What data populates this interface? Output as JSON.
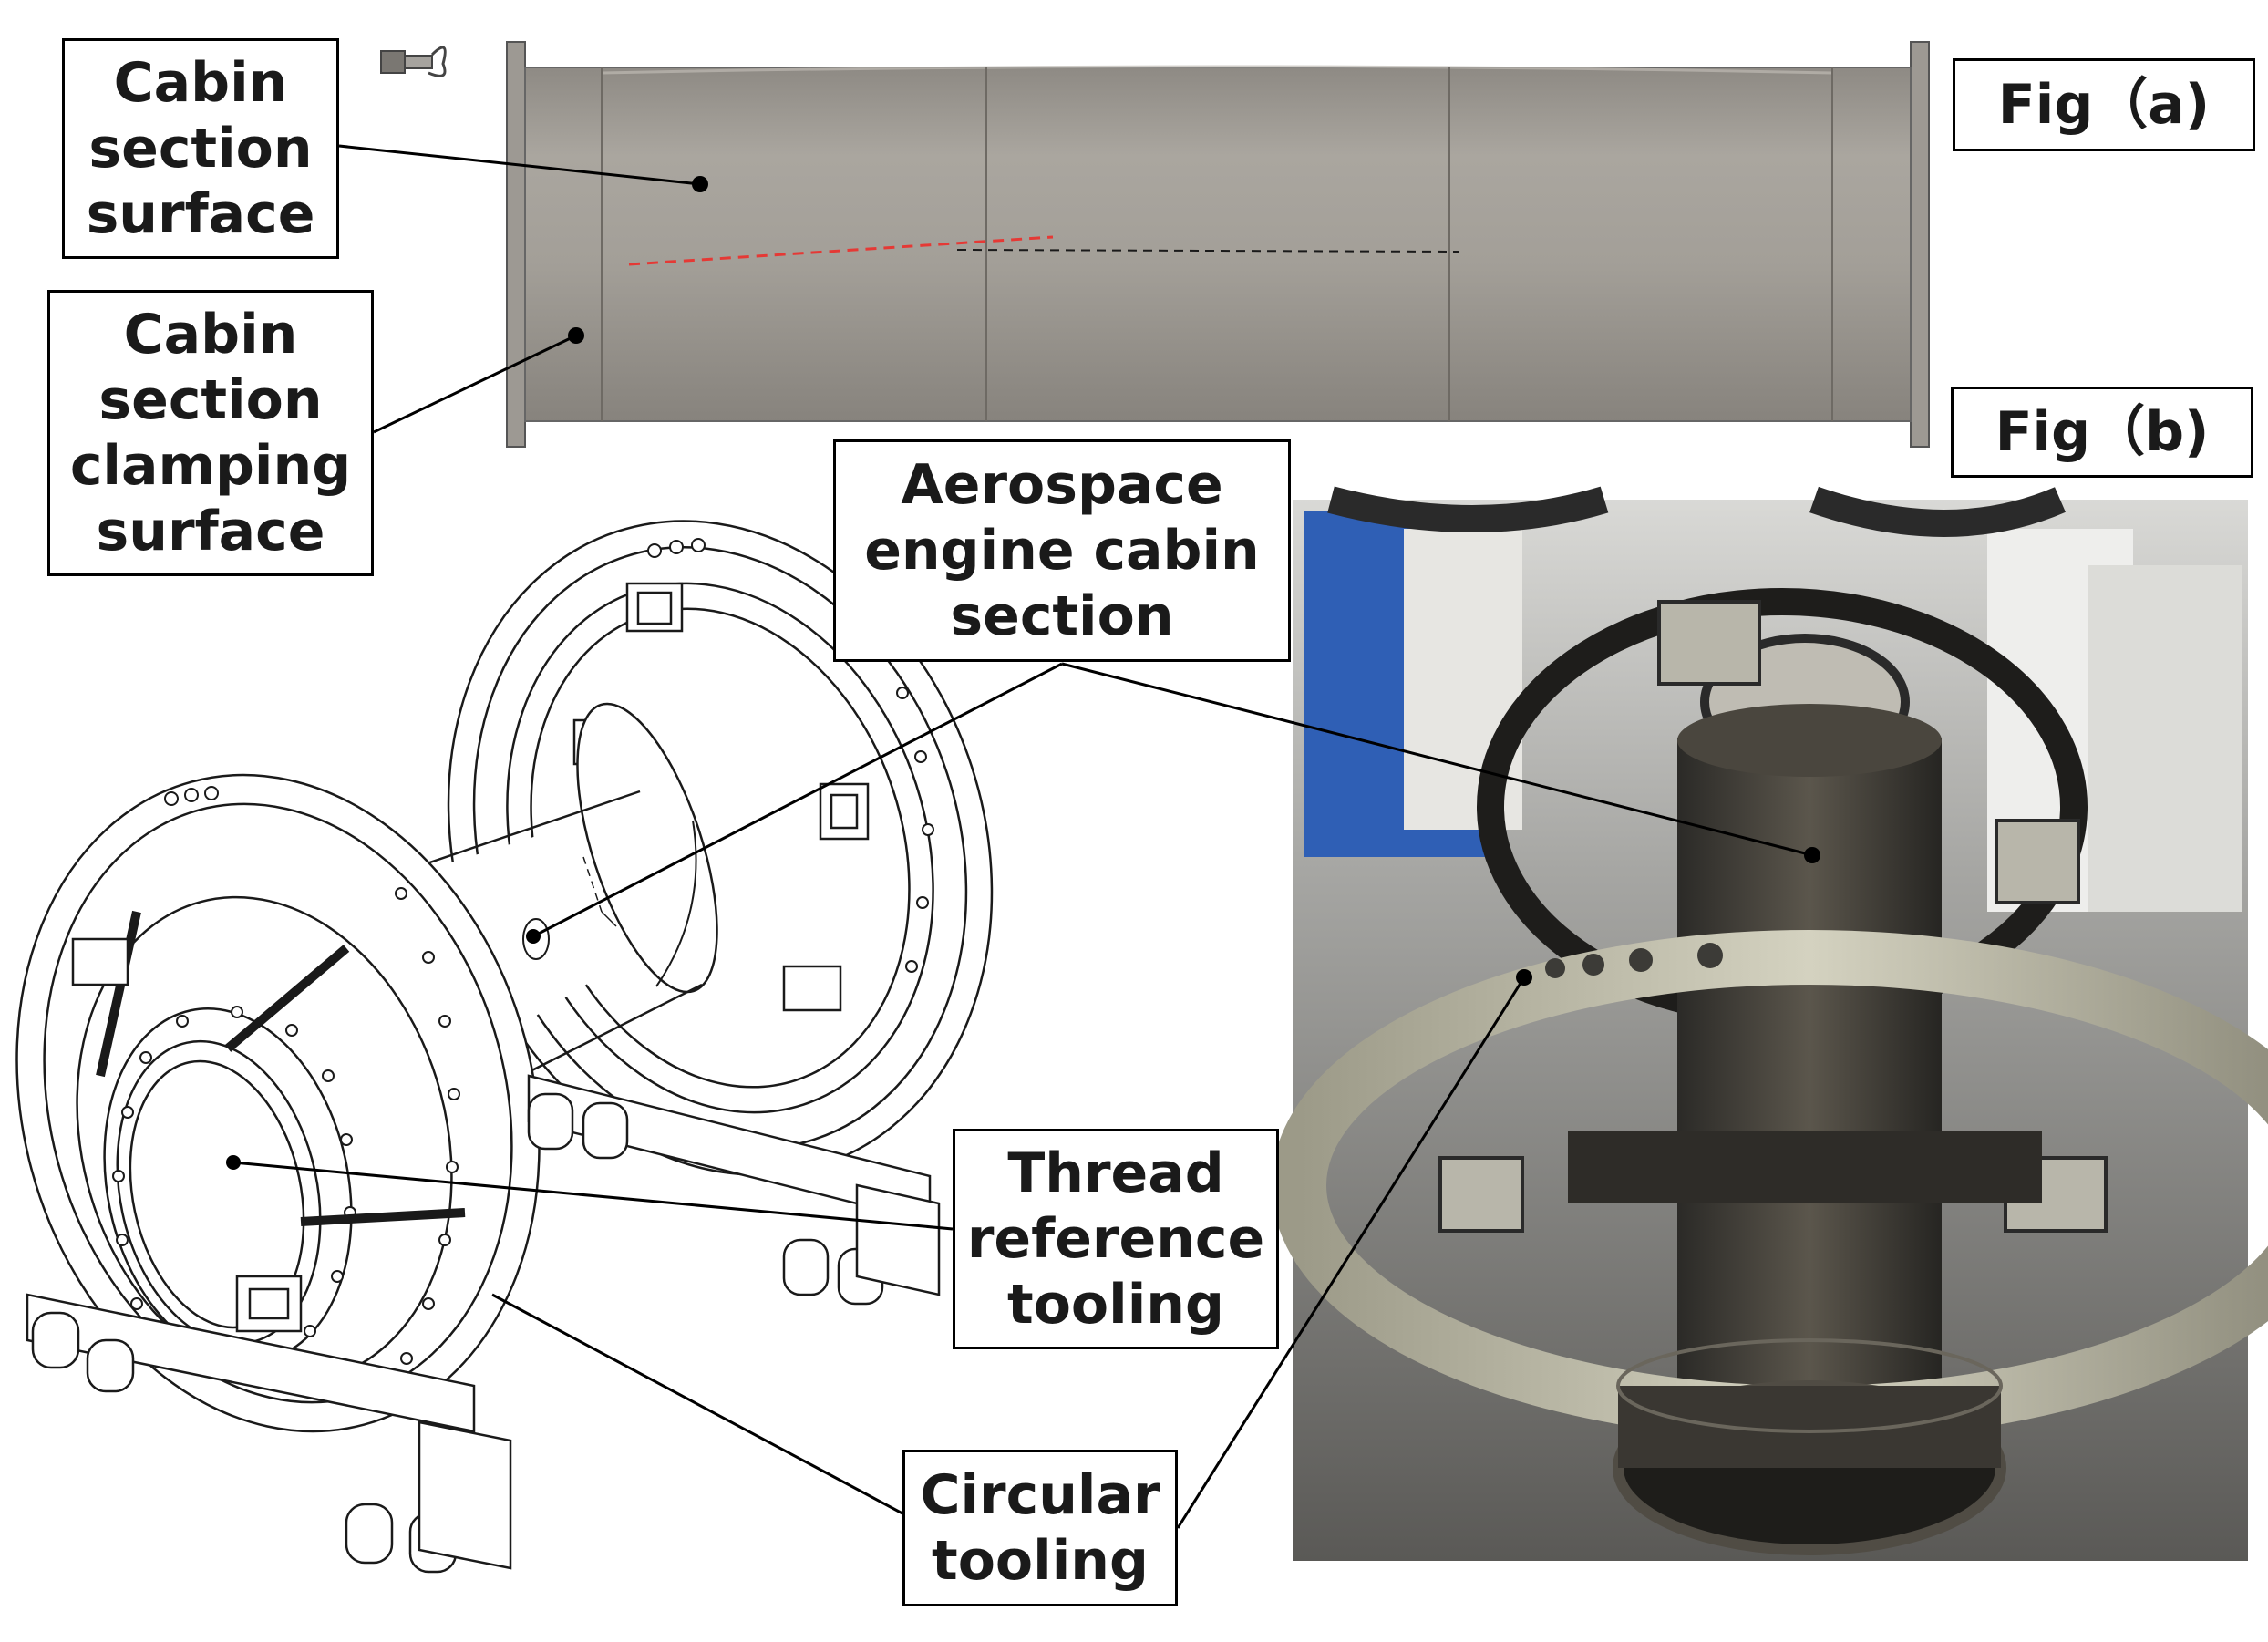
{
  "labels": {
    "cabin_section_surface": "Cabin\nsection\nsurface",
    "cabin_section_clamping_surface": "Cabin\nsection\nclamping\nsurface",
    "fig_a": "Fig（a)",
    "fig_b": "Fig（b)",
    "aerospace_engine_cabin_section": "Aerospace\nengine cabin\nsection",
    "thread_reference_tooling": "Thread\nreference\ntooling",
    "circular_tooling": "Circular\ntooling"
  },
  "colors": {
    "cabin_gray": "#a39f98",
    "tooling_line": "#1a1a1a",
    "red_dashed_line": "#e53935",
    "photo_background_floor": "#8a8a88",
    "photo_wall_blue": "#2f5fb5",
    "photo_ring_silver": "#b9b7a4"
  },
  "icons": [
    "bolt-icon",
    "leader-dot-icon"
  ]
}
